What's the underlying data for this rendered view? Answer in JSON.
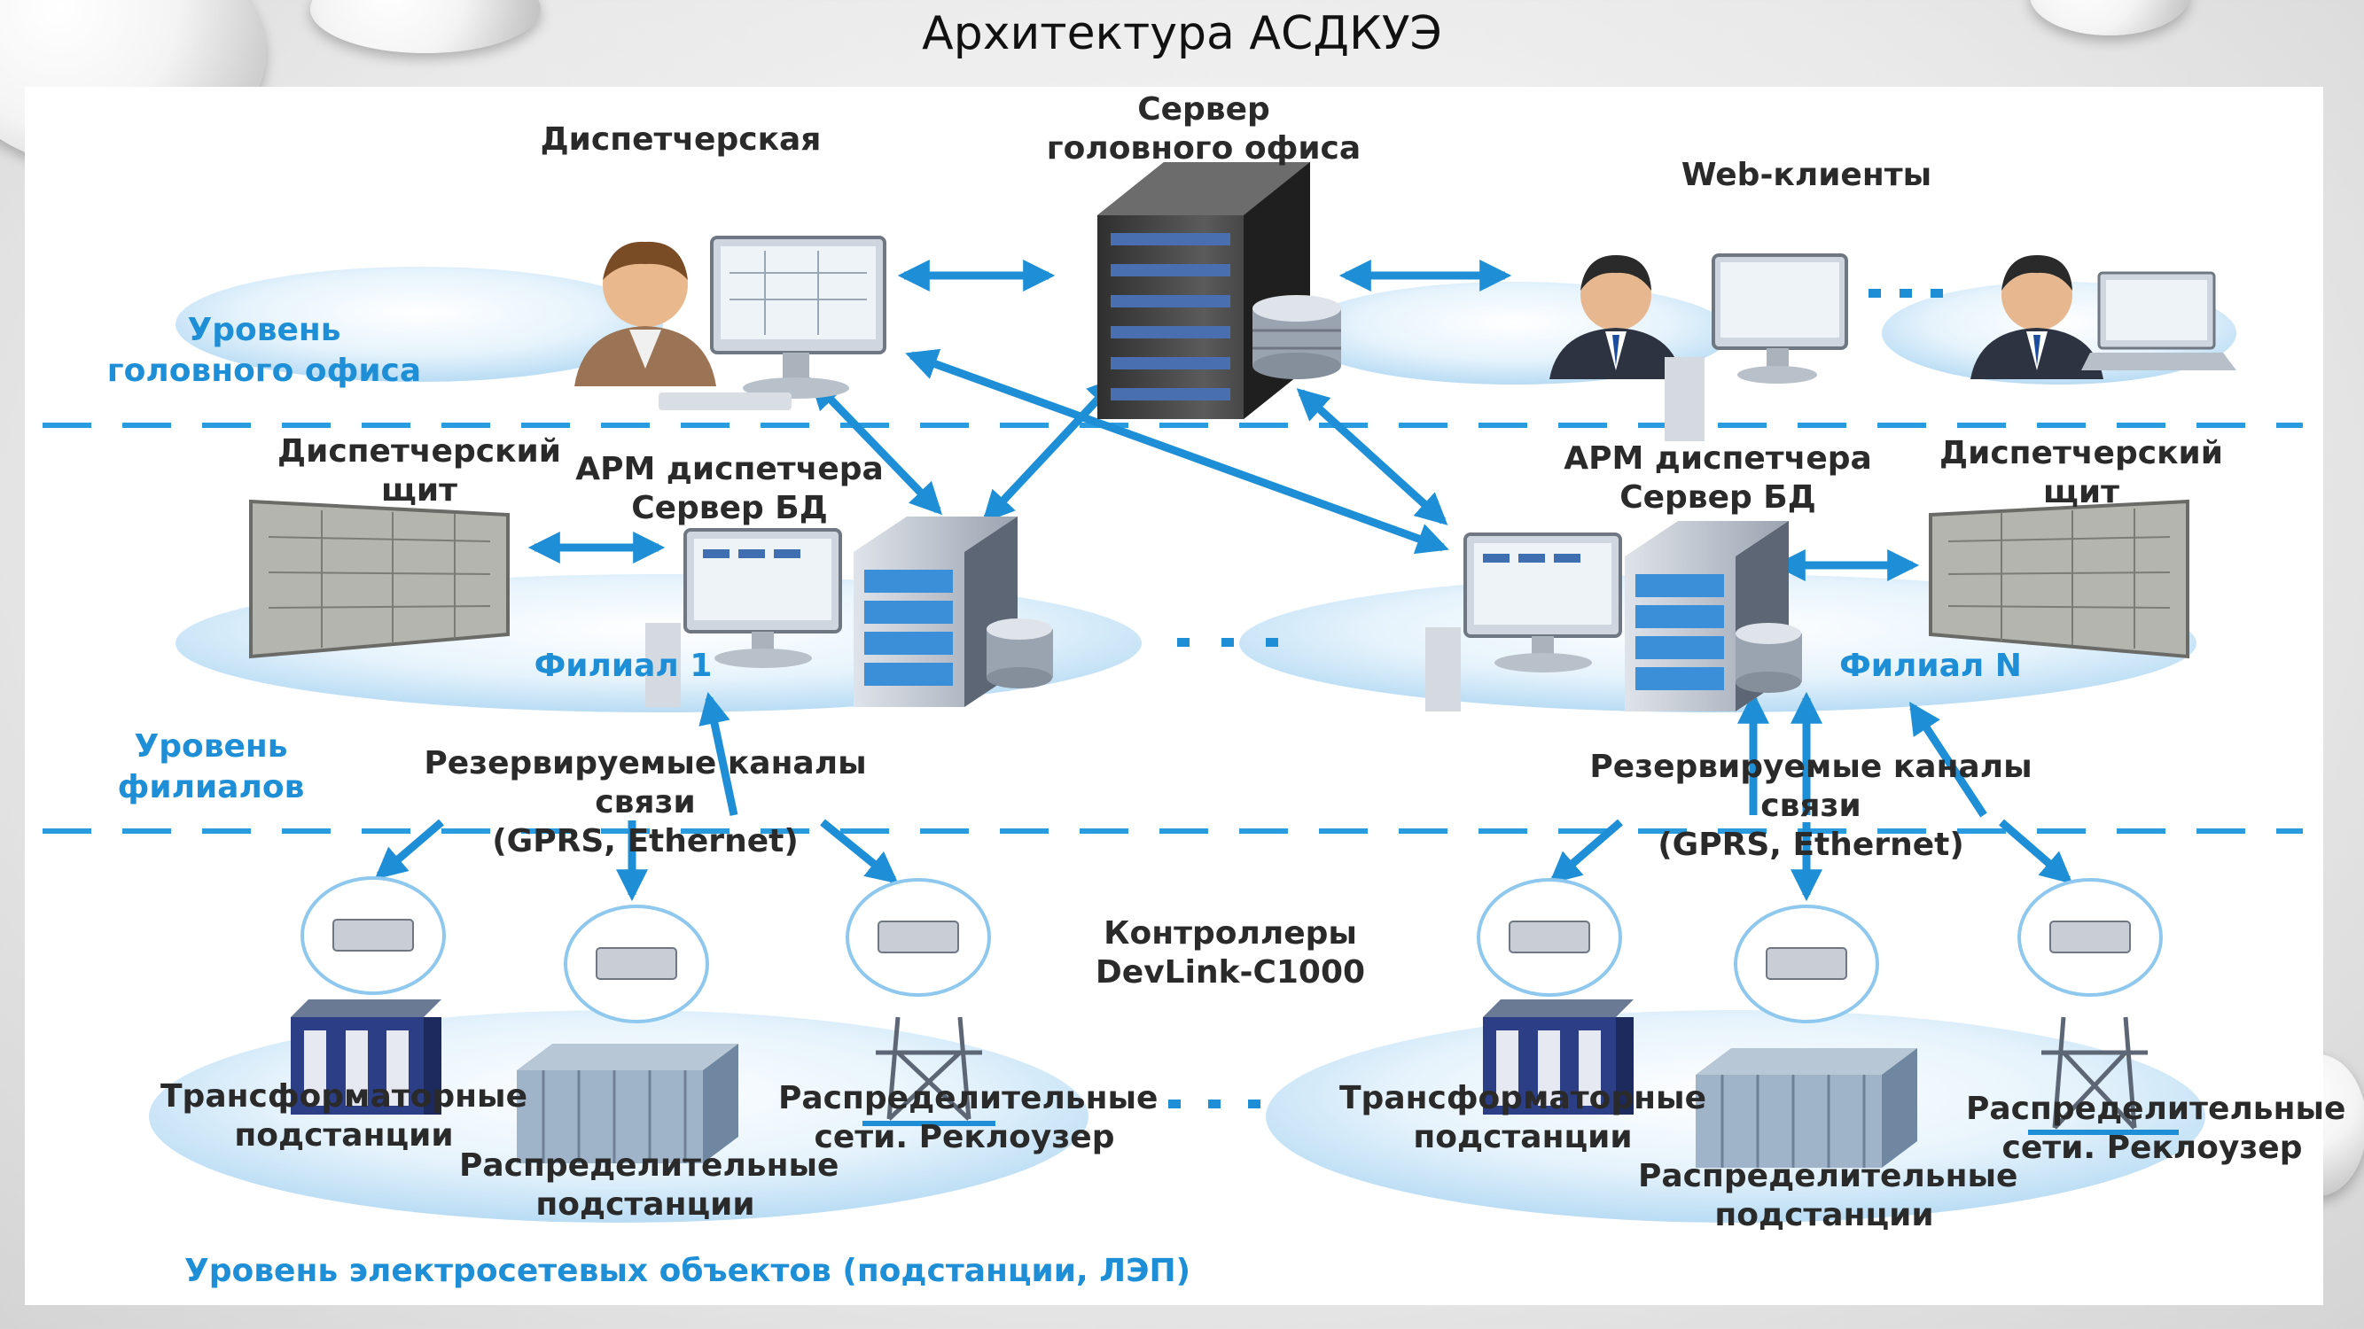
{
  "slide": {
    "title": "Архитектура АСДКУЭ"
  },
  "colors": {
    "accent": "#1e8fd6",
    "platform": "#d6ecfa",
    "dash": "#2b9be0"
  },
  "head_office": {
    "dispatch": "Диспетчерская",
    "server": "Сервер\nголовного офиса",
    "web_clients": "Web-клиенты",
    "level": "Уровень\nголовного офиса"
  },
  "branches": {
    "left": {
      "panel": "Диспетчерский\nщит",
      "arm": "АРМ диспетчера\nСервер БД",
      "name": "Филиал 1"
    },
    "right": {
      "panel": "Диспетчерский\nщит",
      "arm": "АРМ диспетчера\nСервер БД",
      "name": "Филиал N"
    },
    "level": "Уровень\nфилиалов",
    "channels_left": "Резервируемые каналы связи\n(GPRS, Ethernet)",
    "channels_right": "Резервируемые каналы связи\n(GPRS, Ethernet)"
  },
  "objects": {
    "controllers": "Контроллеры\nDevLink-C1000",
    "left": {
      "transformer": "Трансформаторные\nподстанции",
      "distribution": "Распределительные\nподстанции",
      "networks": "Распределительные\nсети. Реклоузер"
    },
    "right": {
      "transformer": "Трансформаторные\nподстанции",
      "distribution": "Распределительные\nподстанции",
      "networks": "Распределительные\nсети. Реклоузер"
    },
    "level": "Уровень электросетевых объектов (подстанции, ЛЭП)"
  },
  "icons": [
    "dispatcher-person-icon",
    "monitor-icon",
    "server-rack-icon",
    "database-icon",
    "web-client-person-icon",
    "laptop-icon",
    "control-panel-icon",
    "controller-icon",
    "transformer-substation-icon",
    "distribution-substation-icon",
    "recloser-pole-icon"
  ]
}
